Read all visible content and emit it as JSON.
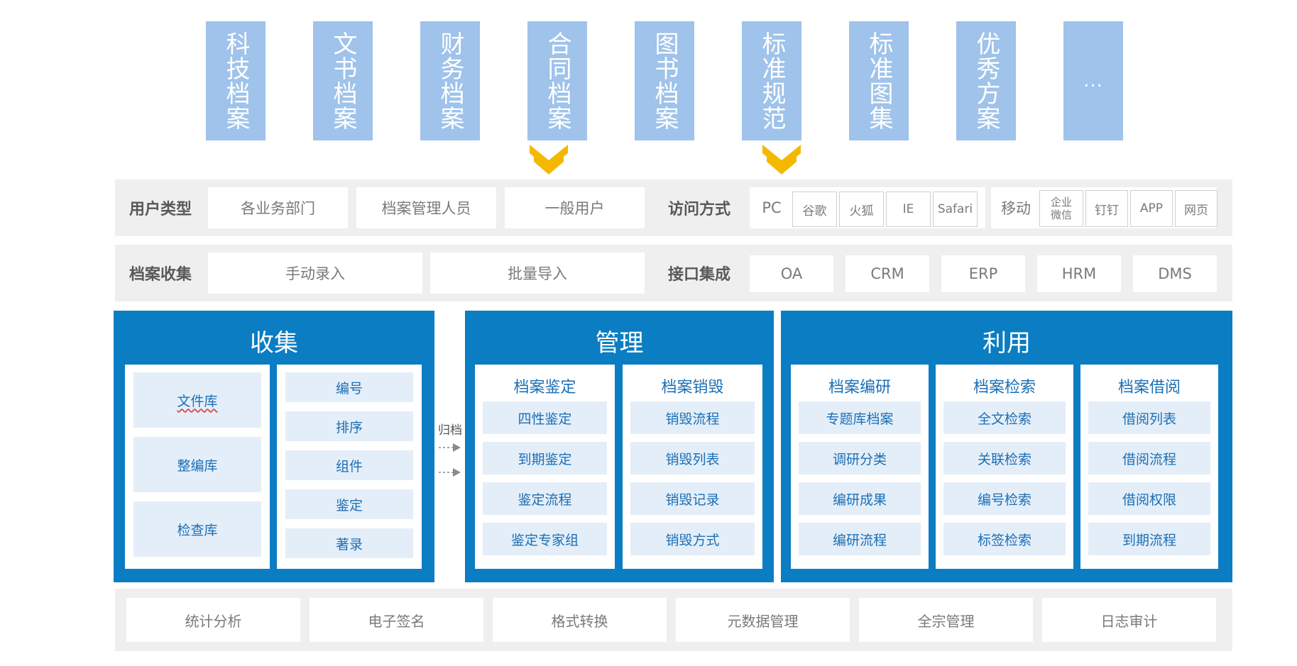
{
  "archive_types": [
    "科技档案",
    "文书档案",
    "财务档案",
    "合同档案",
    "图书档案",
    "标准规范",
    "标准图集",
    "优秀方案",
    "..."
  ],
  "user_row": {
    "label": "用户类型",
    "users": [
      "各业务部门",
      "档案管理人员",
      "一般用户"
    ],
    "access_label": "访问方式",
    "pc_label": "PC",
    "browsers": [
      "谷歌",
      "火狐",
      "IE",
      "Safari"
    ],
    "mobile_label": "移动",
    "mobile": [
      "企业\n微信",
      "钉钉",
      "APP",
      "网页"
    ]
  },
  "collect_row": {
    "label": "档案收集",
    "methods": [
      "手动录入",
      "批量导入"
    ],
    "interface_label": "接口集成",
    "systems": [
      "OA",
      "CRM",
      "ERP",
      "HRM",
      "DMS"
    ]
  },
  "collect_panel": {
    "title": "收集",
    "libraries": [
      "文件库",
      "整编库",
      "检查库"
    ],
    "steps": [
      "编号",
      "排序",
      "组件",
      "鉴定",
      "著录"
    ]
  },
  "archive_arrow_label": "归档",
  "manage_panel": {
    "title": "管理",
    "groups": [
      {
        "title": "档案鉴定",
        "items": [
          "四性鉴定",
          "到期鉴定",
          "鉴定流程",
          "鉴定专家组"
        ]
      },
      {
        "title": "档案销毁",
        "items": [
          "销毁流程",
          "销毁列表",
          "销毁记录",
          "销毁方式"
        ]
      }
    ]
  },
  "use_panel": {
    "title": "利用",
    "groups": [
      {
        "title": "档案编研",
        "items": [
          "专题库档案",
          "调研分类",
          "编研成果",
          "编研流程"
        ]
      },
      {
        "title": "档案检索",
        "items": [
          "全文检索",
          "关联检索",
          "编号检索",
          "标签检索"
        ]
      },
      {
        "title": "档案借阅",
        "items": [
          "借阅列表",
          "借阅流程",
          "借阅权限",
          "到期流程"
        ]
      }
    ]
  },
  "bottom_features": [
    "统计分析",
    "电子签名",
    "格式转换",
    "元数据管理",
    "全宗管理",
    "日志审计"
  ],
  "colors": {
    "tile": "#9fc3ea",
    "panel": "#0b7dc2",
    "item_bg": "#e4eef9",
    "item_text": "#1b6fb5",
    "chevron": "#f5b800",
    "band": "#efefef"
  }
}
